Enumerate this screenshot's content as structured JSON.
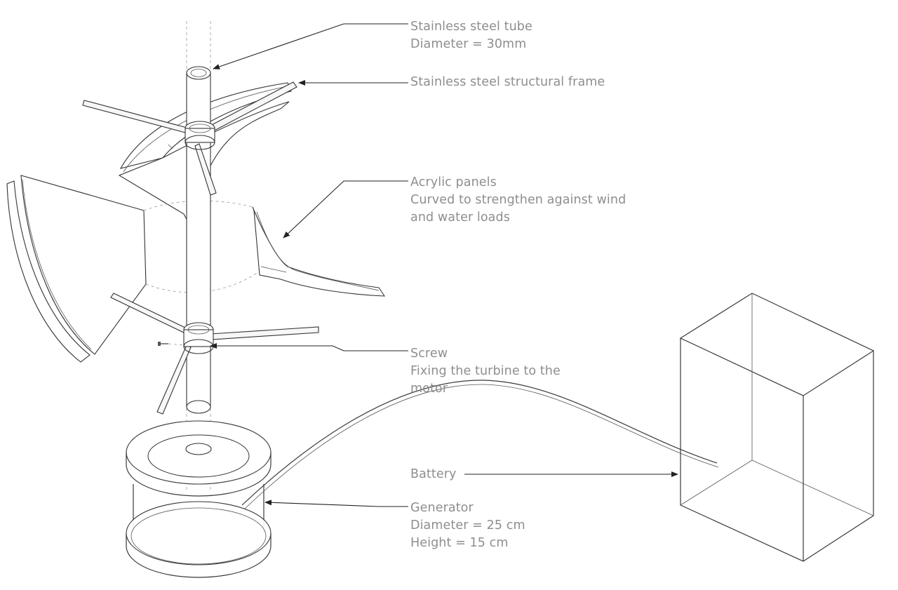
{
  "labels": {
    "tube": {
      "line1": "Stainless steel tube",
      "line2": "Diameter = 30mm"
    },
    "frame": {
      "line1": "Stainless steel structural frame"
    },
    "panels": {
      "line1": "Acrylic panels",
      "line2": "Curved to strengthen against wind",
      "line3": "and water loads"
    },
    "screw": {
      "line1": "Screw",
      "line2": "Fixing the turbine to the",
      "line3": "motor"
    },
    "battery": {
      "line1": "Battery"
    },
    "generator": {
      "line1": "Generator",
      "line2": "Diameter = 25 cm",
      "line3": "Height = 15 cm"
    }
  }
}
